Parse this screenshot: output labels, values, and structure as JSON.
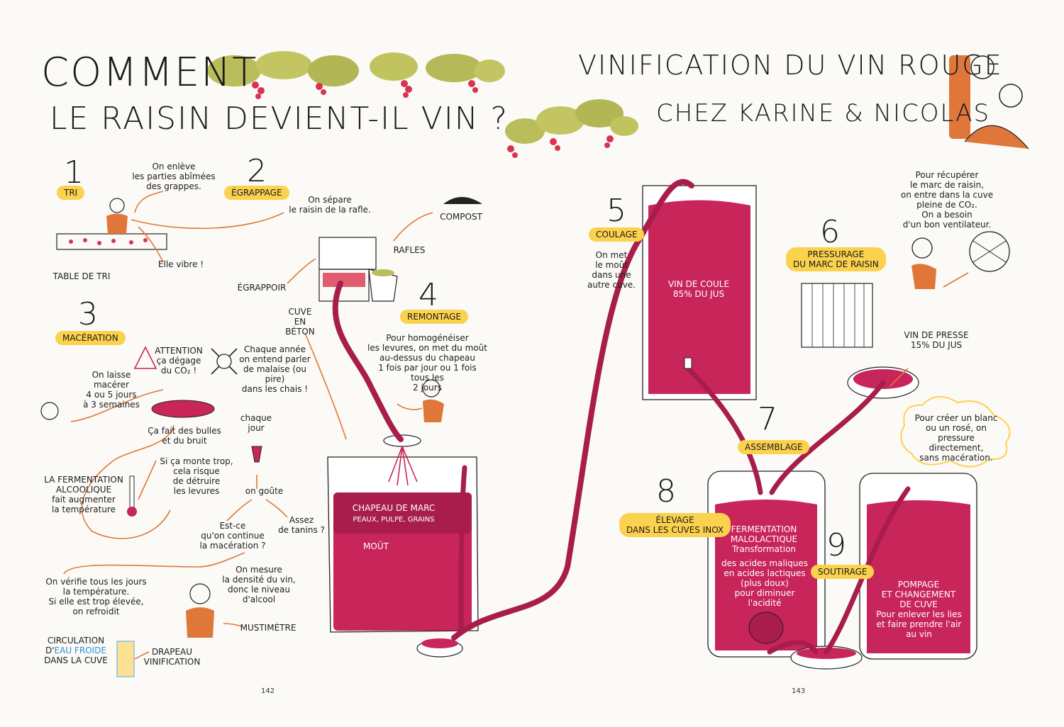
{
  "title": {
    "left_line1": "COMMENT",
    "left_line2": "LE RAISIN DEVIENT-IL VIN ?",
    "right_line1": "VINIFICATION DU VIN ROUGE",
    "right_line2": "CHEZ KARINE & NICOLAS"
  },
  "steps": {
    "s1": {
      "num": "1",
      "tag": "TRI",
      "note": "On enlève\nles parties abîmées\ndes grappes.",
      "table": "TABLE DE TRI",
      "vibre": "Elle vibre !"
    },
    "s2": {
      "num": "2",
      "tag": "ÉGRAPPAGE",
      "note": "On sépare\nle raisin de la rafle.",
      "compost": "COMPOST",
      "rafles": "RAFLES",
      "egrappoir": "ÉGRAPPOIR"
    },
    "s3": {
      "num": "3",
      "tag": "MACÉRATION",
      "attention": "ATTENTION\nça dégage\ndu CO₂ !",
      "malaise": "Chaque année\non entend parler\nde malaise (ou pire)\ndans les chais !",
      "macerer": "On laisse\nmacérer\n4 ou 5 jours\nà 3 semaines",
      "bulles": "Ça fait des bulles\net du bruit",
      "chaque_jour": "chaque\njour",
      "gouter": "on goûte",
      "fermentation": "LA FERMENTATION\nALCOOLIQUE\nfait augmenter\nla température",
      "monte": "Si ça monte trop,\ncela risque\nde détruire\nles levures",
      "continue": "Est-ce\nqu'on continue\nla macération ?",
      "tanins": "Assez\nde tanins ?",
      "mesure": "On mesure\nla densité du vin,\ndonc le niveau\nd'alcool",
      "verifie": "On vérifie tous les jours\nla température.\nSi elle est trop élevée,\non refroidit",
      "mustimetre": "MUSTIMÈTRE",
      "circ_a": "CIRCULATION\nD'",
      "circ_blue": "EAU FROIDE",
      "circ_b": "DANS LA CUVE",
      "drapeau": "DRAPEAU\nVINIFICATION"
    },
    "s4": {
      "num": "4",
      "tag": "REMONTAGE",
      "cuve": "CUVE\nEN BÉTON",
      "note": "Pour homogénéiser\nles levures, on met du moût\nau-dessus du chapeau\n1 fois par jour ou 1 fois\ntous les\n2 jours",
      "chapeau": "CHAPEAU DE MARC",
      "chapeau_sub": "PEAUX, PULPE, GRAINS",
      "mout": "MOÛT"
    },
    "s5": {
      "num": "5",
      "tag": "COULAGE",
      "note": "On met\nle moût\ndans une\nautre cuve.",
      "vin": "VIN DE COULE\n85% DU JUS"
    },
    "s6": {
      "num": "6",
      "tag": "PRESSURAGE\nDU MARC DE RAISIN",
      "note": "Pour récupérer\nle marc de raisin,\non entre dans la cuve\npleine de CO₂.\nOn a besoin\nd'un bon ventilateur.",
      "presse": "VIN DE PRESSE\n15% DU JUS",
      "blanc": "Pour créer un blanc\nou un rosé, on pressure\ndirectement,\nsans macération."
    },
    "s7": {
      "num": "7",
      "tag": "ASSEMBLAGE"
    },
    "s8": {
      "num": "8",
      "tag": "ÉLEVAGE\nDANS LES CUVES INOX",
      "ferm_title": "FERMENTATION\nMALOLACTIQUE",
      "ferm_sub": "Transformation",
      "ferm_body": "des acides maliques\nen acides lactiques\n(plus doux)\npour diminuer\nl'acidité"
    },
    "s9": {
      "num": "9",
      "tag": "SOUTIRAGE",
      "pompage": "POMPAGE\nET CHANGEMENT\nDE CUVE",
      "pompage_body": "Pour enlever les lies\net faire prendre l'air\nau vin"
    }
  },
  "pages": {
    "left": "142",
    "right": "143"
  },
  "colors": {
    "wine": "#c8255a",
    "wine_dark": "#a81d4b",
    "tag": "#fbd24e",
    "orange": "#e0773a",
    "leaf": "#b9bd5c",
    "grape": "#d8344f",
    "blue": "#2b8fd6"
  }
}
